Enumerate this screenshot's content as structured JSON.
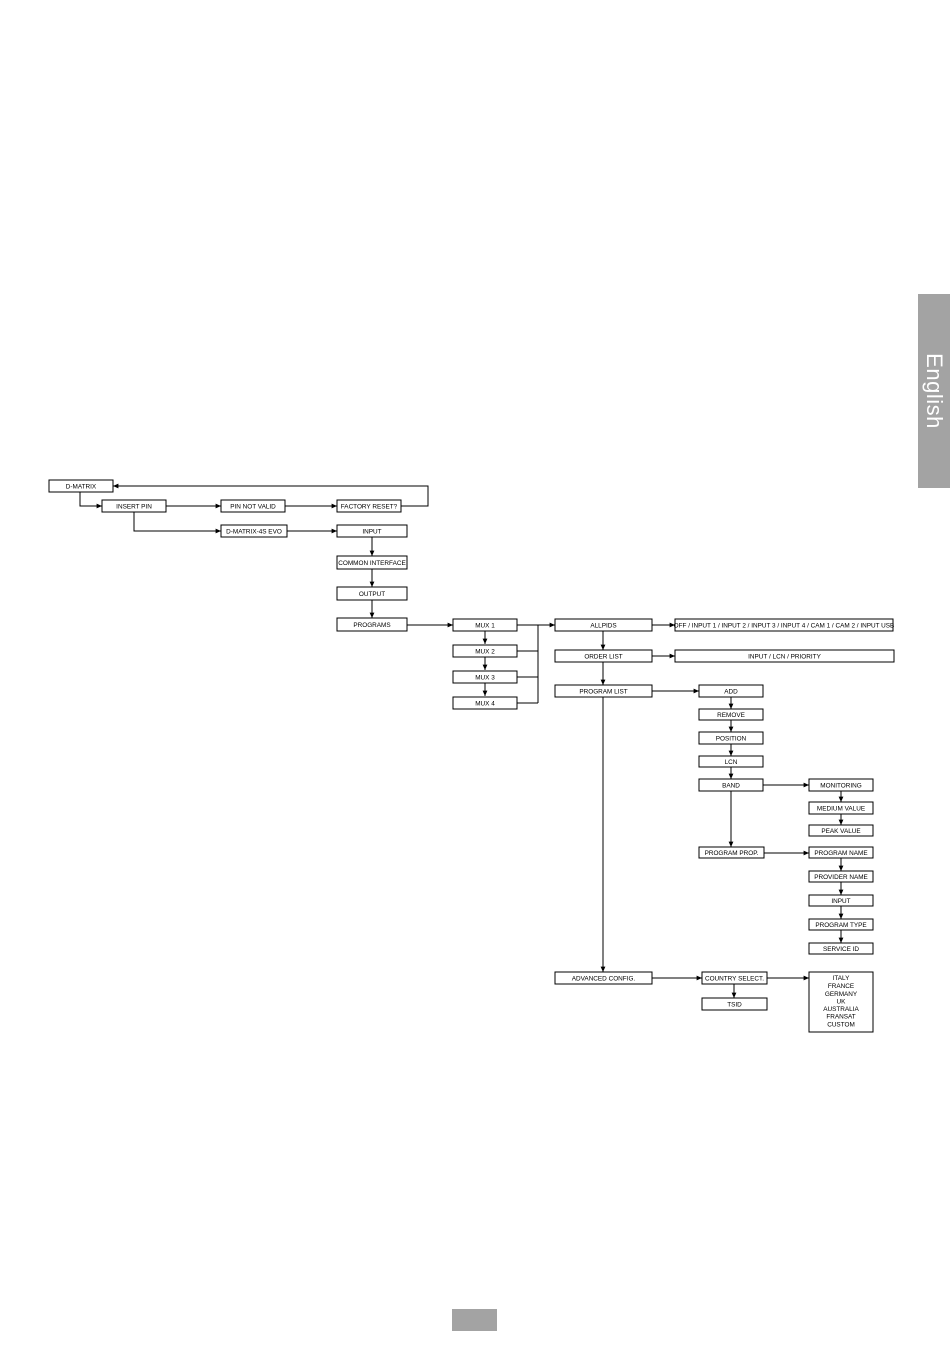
{
  "side_tab": {
    "label": "English"
  },
  "diagram": {
    "nodes": {
      "d_matrix": "D-MATRIX",
      "insert_pin": "INSERT PIN",
      "pin_not_valid": "PIN NOT VALID",
      "factory_reset": "FACTORY RESET?",
      "d_matrix_4s_evo": "D-MATRIX-4S EVO",
      "input": "INPUT",
      "common_interface": "COMMON INTERFACE",
      "output": "OUTPUT",
      "programs": "PROGRAMS",
      "mux1": "MUX 1",
      "mux2": "MUX 2",
      "mux3": "MUX 3",
      "mux4": "MUX 4",
      "allpids": "ALLPIDS",
      "allpids_options": "OFF / INPUT 1 / INPUT 2 / INPUT 3 / INPUT 4 / CAM 1 / CAM 2 / INPUT USB",
      "order_list": "ORDER LIST",
      "order_list_options": "INPUT / LCN / PRIORITY",
      "program_list": "PROGRAM LIST",
      "add": "ADD",
      "remove": "REMOVE",
      "position": "POSITION",
      "lcn": "LCN",
      "band": "BAND",
      "monitoring": "MONITORING",
      "medium_value": "MEDIUM VALUE",
      "peak_value": "PEAK VALUE",
      "program_prop": "PROGRAM PROP.",
      "program_name": "PROGRAM NAME",
      "provider_name": "PROVIDER NAME",
      "prop_input": "INPUT",
      "program_type": "PROGRAM TYPE",
      "service_id": "SERVICE ID",
      "advanced_config": "ADVANCED CONFIG.",
      "country_select": "COUNTRY SELECT.",
      "tsid": "TSID"
    },
    "countries": [
      "ITALY",
      "FRANCE",
      "GERMANY",
      "UK",
      "AUSTRALIA",
      "FRANSAT",
      "CUSTOM"
    ]
  }
}
